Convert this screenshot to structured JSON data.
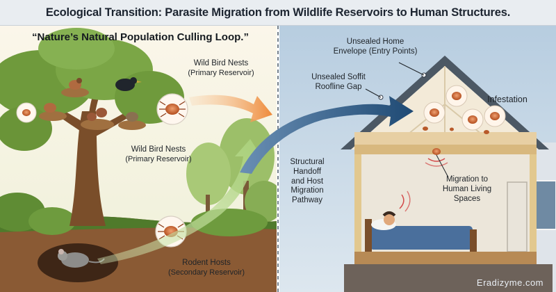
{
  "header": {
    "title": "Ecological Transition: Parasite Migration from Wildlife Reservoirs to Human Structures."
  },
  "left_panel": {
    "quote": "“Nature’s Natural Population Culling Loop.”",
    "label_nests_top": {
      "title": "Wild Bird Nests",
      "subtitle": "(Primary Reservoir)"
    },
    "label_nests_mid": {
      "title": "Wild Bird Nests",
      "subtitle": "(Primary Reservoir)"
    },
    "label_rodent": {
      "title": "Rodent Hosts",
      "subtitle": "(Secondary Reservoir)"
    }
  },
  "middle": {
    "handoff_label": [
      "Structural",
      "Handoff",
      "and Host",
      "Migration",
      "Pathway"
    ]
  },
  "right_panel": {
    "label_envelope": [
      "Unsealed Home",
      "Envelope (Entry Points)"
    ],
    "label_soffit": [
      "Unsealed Soffit",
      "Roofline Gap"
    ],
    "label_infestation": "Infestation",
    "label_migration": [
      "Migration to",
      "Human Living",
      "Spaces"
    ]
  },
  "watermark": "Eradizyme.com",
  "colors": {
    "header_bg": "#e9edf1",
    "sky": "#f5efe0",
    "foliage": "#6f9a3c",
    "ground": "#8a5a34",
    "arrow_orange": "#f09a4a",
    "arrow_green": "#b5d58d",
    "arrow_blue": "#2a5783",
    "house_sky": "#9fbad3",
    "mite": "#c05a2a"
  },
  "icons": [
    "bird-icon",
    "nest-icon",
    "mite-icon",
    "mouse-icon",
    "bed-icon",
    "sleeping-person-icon"
  ]
}
